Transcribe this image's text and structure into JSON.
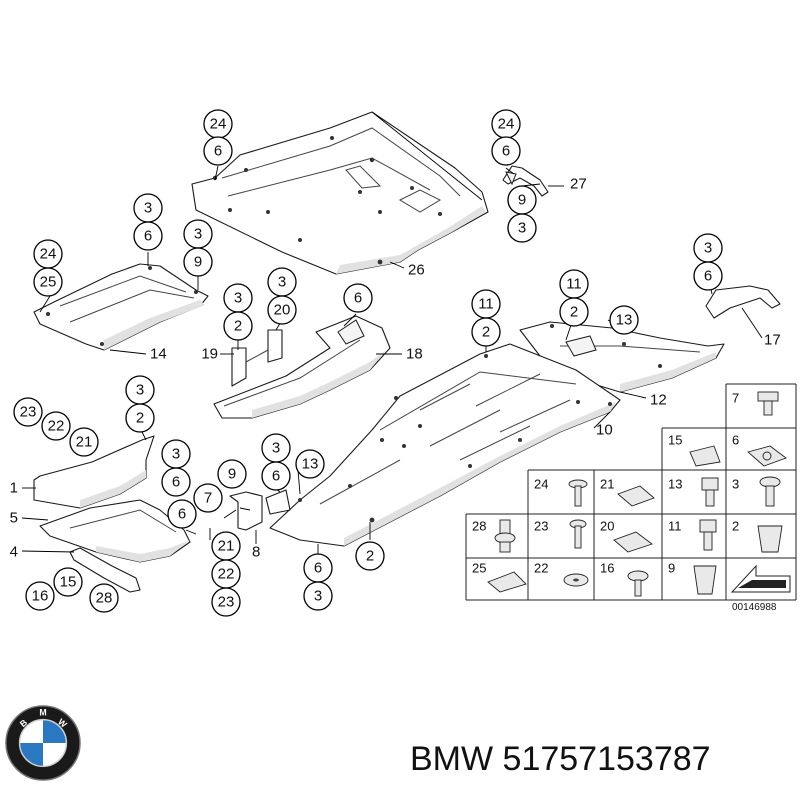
{
  "callouts": [
    "24",
    "6",
    "24",
    "6",
    "9",
    "3",
    "3",
    "6",
    "3",
    "9",
    "24",
    "25",
    "3",
    "2",
    "3",
    "20",
    "6",
    "11",
    "2",
    "11",
    "2",
    "13",
    "3",
    "6",
    "3",
    "2",
    "23",
    "22",
    "21",
    "3",
    "6",
    "6",
    "9",
    "3",
    "6",
    "13",
    "7",
    "21",
    "22",
    "23",
    "16",
    "15",
    "28",
    "6",
    "3",
    "2"
  ],
  "leader_labels": [
    "27",
    "26",
    "14",
    "19",
    "18",
    "17",
    "12",
    "10",
    "1",
    "5",
    "4",
    "8"
  ],
  "hardware_grid": {
    "items": [
      "7",
      "15",
      "6",
      "24",
      "21",
      "13",
      "3",
      "28",
      "23",
      "20",
      "11",
      "2",
      "25",
      "22",
      "16",
      "9"
    ],
    "doc_number": "00146988"
  },
  "caption": {
    "brand": "BMW",
    "part_number": "51757153787"
  },
  "logo": {
    "name": "bmw-roundel",
    "colors": {
      "ring": "#1a1a1a",
      "blue": "#2a78c2",
      "white": "#ffffff"
    },
    "letters": "BMW"
  }
}
